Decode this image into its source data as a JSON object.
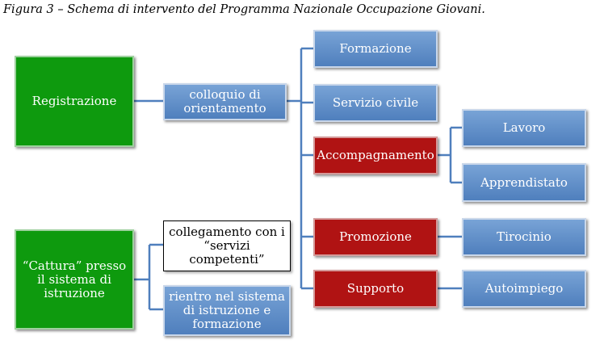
{
  "caption": "Figura 3 – Schema di intervento del Programma Nazionale Occupazione Giovani.",
  "colors": {
    "blue": "#4f7fbd",
    "green": "#0e9a0e",
    "red": "#b01313",
    "connector": "#4f7fbd"
  },
  "nodes": {
    "registrazione": "Registrazione",
    "colloquio": "colloquio di orientamento",
    "formazione": "Formazione",
    "servizio_civile": "Servizio civile",
    "accompagnamento": "Accompagnamento",
    "lavoro": "Lavoro",
    "apprendistato": "Apprendistato",
    "promozione": "Promozione",
    "tirocinio": "Tirocinio",
    "supporto": "Supporto",
    "autoimpiego": "Autoimpiego",
    "cattura": "“Cattura” presso il sistema di istruzione",
    "collegamento": "collegamento con i “servizi competenti”",
    "rientro": "rientro nel sistema di istruzione e formazione"
  }
}
